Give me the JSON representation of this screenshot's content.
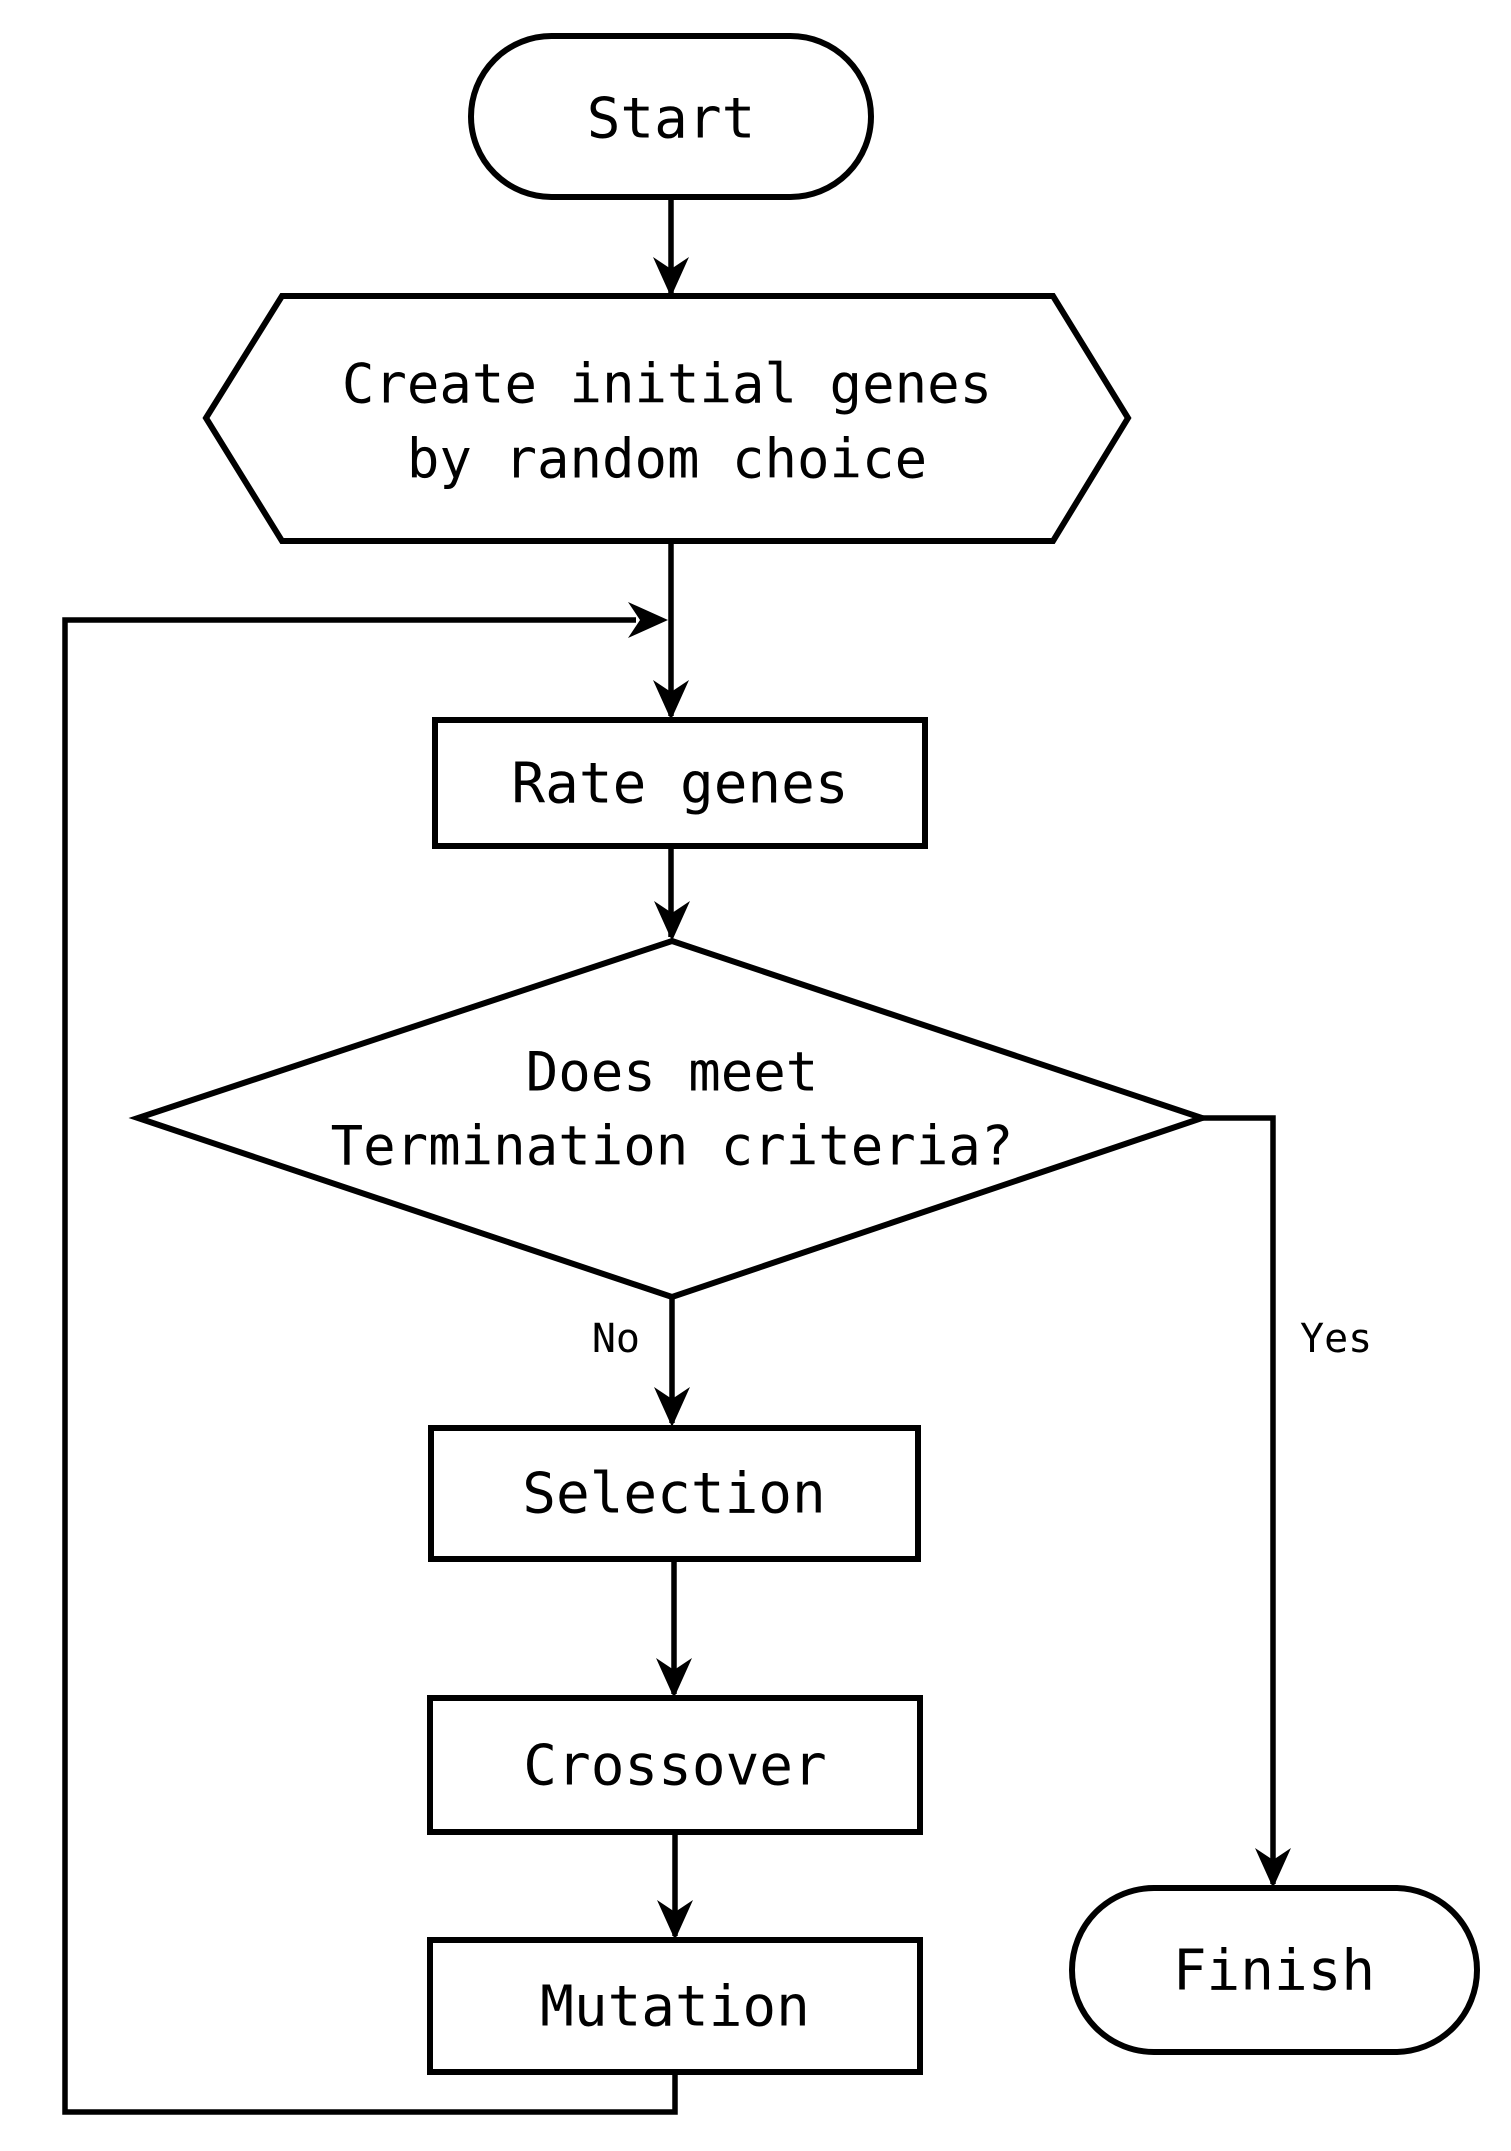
{
  "colors": {
    "background": "#ffffff",
    "stroke": "#000000",
    "shape_fill": "#ffffff",
    "text": "#000000"
  },
  "nodes": {
    "start": {
      "label": "Start",
      "shape": "terminator"
    },
    "create_genes": {
      "line1": "Create initial genes",
      "line2": "by random choice",
      "shape": "hexagon"
    },
    "rate_genes": {
      "label": "Rate genes",
      "shape": "process"
    },
    "termination_check": {
      "line1": "Does meet",
      "line2": "Termination criteria?",
      "shape": "decision"
    },
    "selection": {
      "label": "Selection",
      "shape": "process"
    },
    "crossover": {
      "label": "Crossover",
      "shape": "process"
    },
    "mutation": {
      "label": "Mutation",
      "shape": "process"
    },
    "finish": {
      "label": "Finish",
      "shape": "terminator"
    }
  },
  "edge_labels": {
    "no": "No",
    "yes": "Yes"
  }
}
